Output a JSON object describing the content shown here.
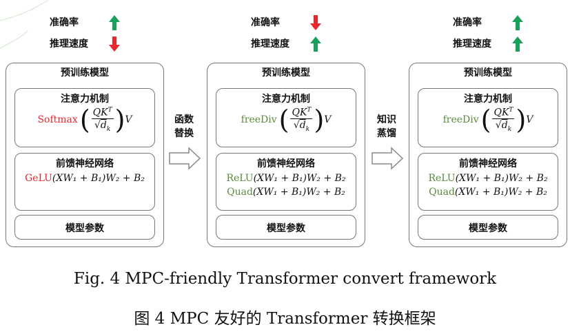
{
  "columns": [
    {
      "indicators": [
        {
          "label": "准确率",
          "direction": "up",
          "color": "#1aa05a"
        },
        {
          "label": "推理速度",
          "direction": "down",
          "color": "#e8282d"
        }
      ],
      "panel_title": "预训练模型",
      "attention": {
        "title": "注意力机制",
        "fn": "Softmax",
        "fn_color": "#e8282d",
        "num": "QK",
        "num_sup": "T",
        "den": "d",
        "den_sub": "k",
        "tail": "V"
      },
      "ffn": {
        "title": "前馈神经网络",
        "lines": [
          {
            "fn": "GeLU",
            "color": "#e8282d",
            "expr": "(XW₁ + B₁)W₂ + B₂"
          }
        ]
      },
      "params": "模型参数"
    },
    {
      "indicators": [
        {
          "label": "准确率",
          "direction": "down",
          "color": "#e8282d"
        },
        {
          "label": "推理速度",
          "direction": "up",
          "color": "#1aa05a"
        }
      ],
      "panel_title": "预训练模型",
      "attention": {
        "title": "注意力机制",
        "fn": "freeDiv",
        "fn_color": "#5a8a3a",
        "num": "QK",
        "num_sup": "T",
        "den": "d",
        "den_sub": "k",
        "tail": "V"
      },
      "ffn": {
        "title": "前馈神经网络",
        "lines": [
          {
            "fn": "ReLU",
            "color": "#5a8a3a",
            "expr": "(XW₁ + B₁)W₂ + B₂"
          },
          {
            "fn": "Quad",
            "color": "#5a8a3a",
            "expr": "(XW₁ + B₁)W₂ + B₂"
          }
        ]
      },
      "params": "模型参数"
    },
    {
      "indicators": [
        {
          "label": "准确率",
          "direction": "up",
          "color": "#1aa05a"
        },
        {
          "label": "推理速度",
          "direction": "up",
          "color": "#1aa05a"
        }
      ],
      "panel_title": "预训练模型",
      "attention": {
        "title": "注意力机制",
        "fn": "freeDiv",
        "fn_color": "#5a8a3a",
        "num": "QK",
        "num_sup": "T",
        "den": "d",
        "den_sub": "k",
        "tail": "V"
      },
      "ffn": {
        "title": "前馈神经网络",
        "lines": [
          {
            "fn": "ReLU",
            "color": "#5a8a3a",
            "expr": "(XW₁ + B₁)W₂ + B₂"
          },
          {
            "fn": "Quad",
            "color": "#5a8a3a",
            "expr": "(XW₁ + B₁)W₂ + B₂"
          }
        ]
      },
      "params": "模型参数"
    }
  ],
  "transitions": [
    {
      "label_line1": "函数",
      "label_line2": "替换"
    },
    {
      "label_line1": "知识",
      "label_line2": "蒸馏"
    }
  ],
  "caption_en": "Fig. 4 MPC-friendly Transformer convert framework",
  "caption_zh": "图  4 MPC 友好的 Transformer 转换框架"
}
